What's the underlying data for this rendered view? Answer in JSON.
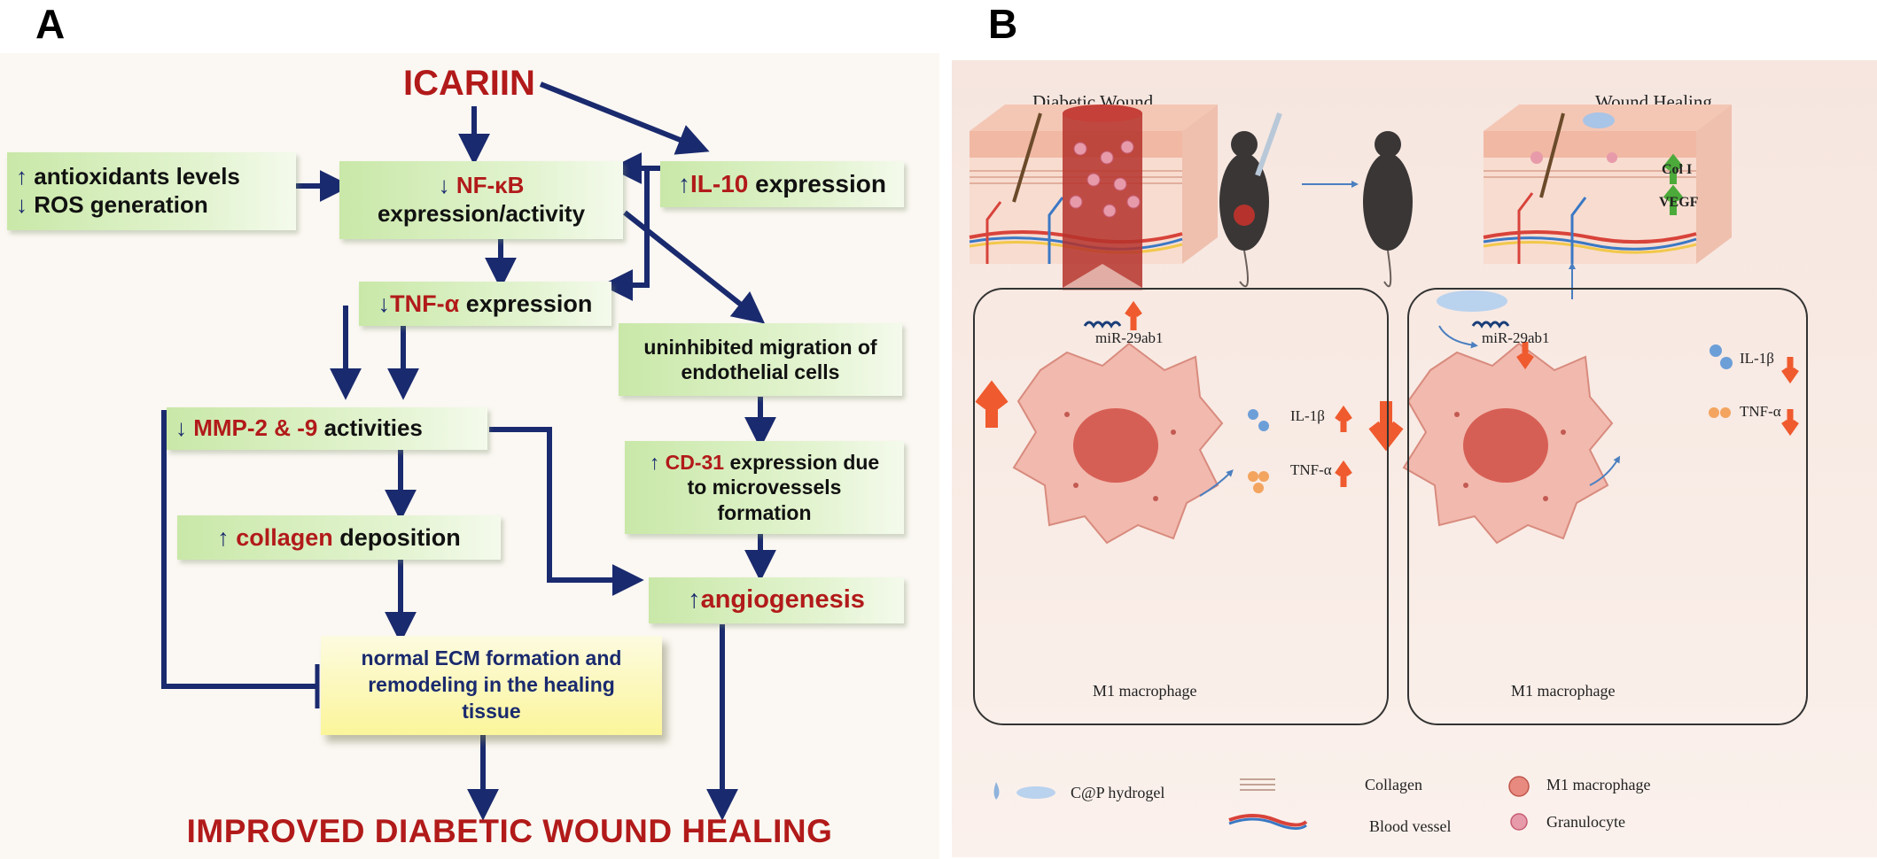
{
  "panel_labels": {
    "a": "A",
    "b": "B"
  },
  "panelA": {
    "icariin": "ICARIIN",
    "antioxidants": {
      "line1_arrow": "↑",
      "line1": "antioxidants levels",
      "line2_arrow": "↓",
      "line2": "ROS generation"
    },
    "nfkb": {
      "arrow": "↓",
      "name": "NF-κB",
      "rest": "expression/activity"
    },
    "il10": {
      "arrow": "↑",
      "name": "IL-10",
      "rest": "expression"
    },
    "tnfa": {
      "arrow": "↓",
      "name": "TNF-α",
      "rest": "expression"
    },
    "migration": {
      "line1": "uninhibited migration of",
      "line2": "endothelial cells"
    },
    "mmp": {
      "arrow": "↓",
      "name": "MMP-2 & -9",
      "rest": "activities"
    },
    "cd31": {
      "arrow": "↑",
      "name": "CD-31",
      "rest1": "expression due",
      "line2": "to microvessels",
      "line3": "formation"
    },
    "collagen": {
      "arrow": "↑",
      "name": "collagen",
      "rest": "deposition"
    },
    "angiogenesis": {
      "arrow": "↑",
      "name": "angiogenesis"
    },
    "ecm": {
      "line1": "normal ECM formation and",
      "line2": "remodeling in the healing",
      "line3": "tissue"
    },
    "result": "IMPROVED DIABETIC WOUND HEALING"
  },
  "panelB": {
    "diabetic_wound": "Diabetic Wound",
    "wound_healing": "Wound Healing",
    "col1": "Col I",
    "vegf": "VEGF",
    "left_macro": {
      "mirna": "miR-29ab1",
      "il1b": "IL-1β",
      "tnfa": "TNF-α",
      "caption": "M1 macrophage"
    },
    "right_macro": {
      "mirna": "miR-29ab1",
      "il1b": "IL-1β",
      "tnfa": "TNF-α",
      "caption": "M1 macrophage"
    },
    "legend": {
      "hydrogel": "C@P hydrogel",
      "collagen": "Collagen",
      "blood_vessel": "Blood vessel",
      "m1": "M1 macrophage",
      "granulocyte": "Granulocyte"
    }
  },
  "colors": {
    "navy_arrow": "#1a2a6e",
    "red_text": "#b21a1a",
    "green_box": "#d6eebc",
    "yellow_box": "#fbf59a",
    "orange_arrow": "#ef5a2e",
    "green_arrow": "#4caa3a"
  }
}
